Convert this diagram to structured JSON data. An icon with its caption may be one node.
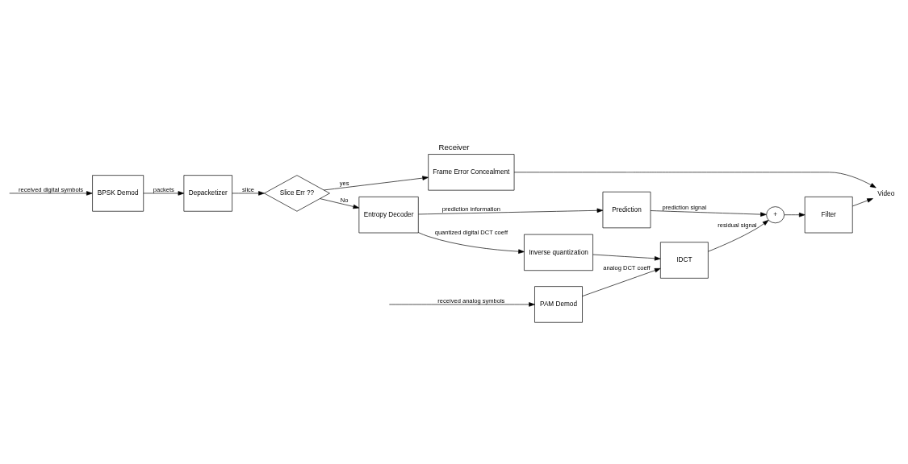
{
  "diagram": {
    "title": "Receiver",
    "nodes": [
      {
        "text": [
          "BPSK Demod"
        ]
      },
      {
        "text": [
          "Depacketizer"
        ]
      },
      {
        "text": [
          "Slice Err ??"
        ]
      },
      {
        "text": [
          "Frame Error Concealment"
        ]
      },
      {
        "text": [
          "Entropy Decoder"
        ]
      },
      {
        "text": [
          "Inverse quantization"
        ]
      },
      {
        "text": [
          "IDCT"
        ]
      },
      {
        "text": [
          "PAM Demod"
        ]
      },
      {
        "text": [
          "Prediction"
        ]
      },
      {
        "text": [
          "+"
        ]
      },
      {
        "text": [
          "Filter"
        ]
      },
      {
        "text": [
          "Video"
        ]
      }
    ],
    "edges": [
      {
        "from": null,
        "to": 0,
        "arrow": "to",
        "label": "received digital symbols"
      },
      {
        "from": 0,
        "to": 1,
        "arrow": "to",
        "label": "packets"
      },
      {
        "from": 1,
        "to": 2,
        "arrow": "to",
        "label": "slice"
      },
      {
        "from": 2,
        "to": 3,
        "arrow": "to",
        "label": "yes"
      },
      {
        "from": 2,
        "to": 4,
        "arrow": "to",
        "label": "No"
      },
      {
        "from": 4,
        "to": 5,
        "arrow": "to",
        "label": "quantized digital DCT coeff"
      },
      {
        "from": 5,
        "to": 6,
        "arrow": "to"
      },
      {
        "from": null,
        "to": 7,
        "arrow": "to",
        "label": "received analog symbols"
      },
      {
        "from": 7,
        "to": 6,
        "arrow": "to",
        "label": "analog DCT coeff"
      },
      {
        "from": 4,
        "to": 8,
        "arrow": "to",
        "label": "prediction information"
      },
      {
        "from": 8,
        "to": 9,
        "arrow": "to",
        "label": "prediction signal"
      },
      {
        "from": 6,
        "to": 9,
        "arrow": "to",
        "label": "residual signal"
      },
      {
        "from": 9,
        "to": 10,
        "arrow": "to"
      },
      {
        "from": 10,
        "to": 11,
        "arrow": "to"
      },
      {
        "from": 3,
        "to": 11,
        "arrow": "to"
      }
    ]
  }
}
